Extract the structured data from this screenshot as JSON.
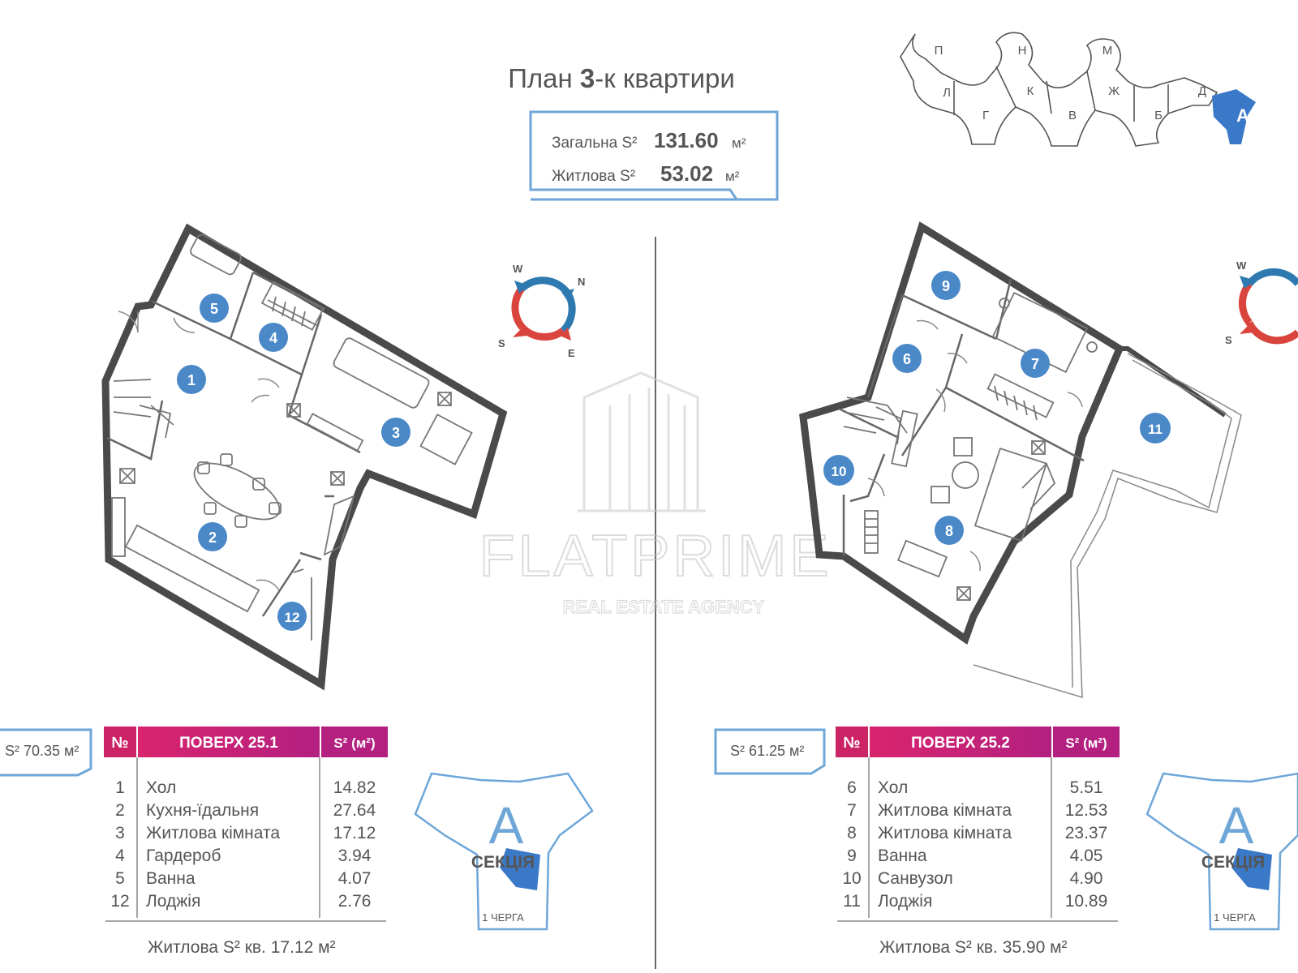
{
  "title": {
    "prefix": "План ",
    "strong": "3",
    "suffix": "-к квартири"
  },
  "totals": {
    "total_label": "Загальна S²",
    "total_value": "131.60",
    "total_unit": "м²",
    "living_label": "Житлова S²",
    "living_value": "53.02",
    "living_unit": "м²"
  },
  "site_map": {
    "sections": [
      "П",
      "Л",
      "Г",
      "Н",
      "К",
      "В",
      "М",
      "Ж",
      "Б",
      "Д",
      "А"
    ],
    "highlighted": "А",
    "highlight_color": "#3a78c8"
  },
  "compass": {
    "w": "W",
    "n": "N",
    "s": "S",
    "e": "E",
    "blue": "#2e7ab0",
    "red": "#d9443c"
  },
  "floor1": {
    "room_badges": [
      "1",
      "2",
      "3",
      "4",
      "5",
      "12"
    ],
    "area_box": "S² 70.35 м²",
    "table": {
      "col_no": "№",
      "col_floor": "ПОВЕРХ 25.1",
      "col_area": "S² (м²)",
      "rows": [
        {
          "no": "1",
          "name": "Хол",
          "area": "14.82"
        },
        {
          "no": "2",
          "name": "Кухня-їдальня",
          "area": "27.64"
        },
        {
          "no": "3",
          "name": "Житлова кімната",
          "area": "17.12"
        },
        {
          "no": "4",
          "name": "Гардероб",
          "area": "3.94"
        },
        {
          "no": "5",
          "name": "Ванна",
          "area": "4.07"
        },
        {
          "no": "12",
          "name": "Лоджія",
          "area": "2.76"
        }
      ],
      "footer": "Житлова S² кв. 17.12 м²"
    }
  },
  "floor2": {
    "room_badges": [
      "6",
      "7",
      "8",
      "9",
      "10",
      "11"
    ],
    "area_box": "S² 61.25 м²",
    "table": {
      "col_no": "№",
      "col_floor": "ПОВЕРХ 25.2",
      "col_area": "S² (м²)",
      "rows": [
        {
          "no": "6",
          "name": "Хол",
          "area": "5.51"
        },
        {
          "no": "7",
          "name": "Житлова кімната",
          "area": "12.53"
        },
        {
          "no": "8",
          "name": "Житлова кімната",
          "area": "23.37"
        },
        {
          "no": "9",
          "name": "Ванна",
          "area": "4.05"
        },
        {
          "no": "10",
          "name": "Санвузол",
          "area": "4.90"
        },
        {
          "no": "11",
          "name": "Лоджія",
          "area": "10.89"
        }
      ],
      "footer": "Житлова S² кв. 35.90 м²"
    }
  },
  "section_badge": {
    "letter": "А",
    "label": "СЕКЦІЯ",
    "queue": "1 ЧЕРГА"
  },
  "watermark": {
    "brand": "FLATPRIME",
    "tagline": "REAL ESTATE AGENCY"
  },
  "colors": {
    "badge": "#4a88c8",
    "header_start": "#d9246e",
    "header_end": "#b32080",
    "wall": "#4a4a4a",
    "box_border": "#6ea6d8"
  }
}
